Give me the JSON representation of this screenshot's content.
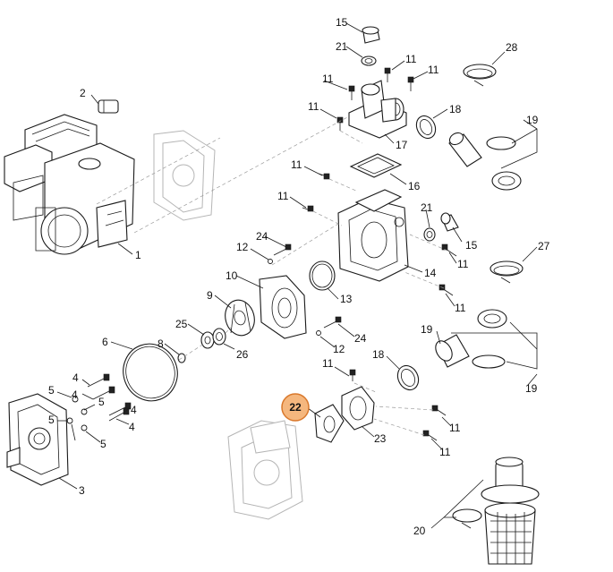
{
  "diagram": {
    "highlighted_part": "22",
    "labels": [
      {
        "id": "l15a",
        "text": "15"
      },
      {
        "id": "l21a",
        "text": "21"
      },
      {
        "id": "l11a",
        "text": "11"
      },
      {
        "id": "l11b",
        "text": "11"
      },
      {
        "id": "l28",
        "text": "28"
      },
      {
        "id": "l11c",
        "text": "11"
      },
      {
        "id": "l11d",
        "text": "11"
      },
      {
        "id": "l18a",
        "text": "18"
      },
      {
        "id": "l19a",
        "text": "19"
      },
      {
        "id": "l17",
        "text": "17"
      },
      {
        "id": "l2",
        "text": "2"
      },
      {
        "id": "l11e",
        "text": "11"
      },
      {
        "id": "l16",
        "text": "16"
      },
      {
        "id": "l11f",
        "text": "11"
      },
      {
        "id": "l21b",
        "text": "21"
      },
      {
        "id": "l15b",
        "text": "15"
      },
      {
        "id": "l24a",
        "text": "24"
      },
      {
        "id": "l12a",
        "text": "12"
      },
      {
        "id": "l27",
        "text": "27"
      },
      {
        "id": "l11g",
        "text": "11"
      },
      {
        "id": "l1",
        "text": "1"
      },
      {
        "id": "l14",
        "text": "14"
      },
      {
        "id": "l10",
        "text": "10"
      },
      {
        "id": "l13",
        "text": "13"
      },
      {
        "id": "l9",
        "text": "9"
      },
      {
        "id": "l11h",
        "text": "11"
      },
      {
        "id": "l25",
        "text": "25"
      },
      {
        "id": "l24b",
        "text": "24"
      },
      {
        "id": "l19b",
        "text": "19"
      },
      {
        "id": "l6",
        "text": "6"
      },
      {
        "id": "l8",
        "text": "8"
      },
      {
        "id": "l12b",
        "text": "12"
      },
      {
        "id": "l26",
        "text": "26"
      },
      {
        "id": "l18b",
        "text": "18"
      },
      {
        "id": "l11i",
        "text": "11"
      },
      {
        "id": "l19c",
        "text": "19"
      },
      {
        "id": "l4a",
        "text": "4"
      },
      {
        "id": "l5a",
        "text": "5"
      },
      {
        "id": "l4b",
        "text": "4"
      },
      {
        "id": "l4c",
        "text": "4"
      },
      {
        "id": "l5b",
        "text": "5"
      },
      {
        "id": "l4d",
        "text": "4"
      },
      {
        "id": "l5c",
        "text": "5"
      },
      {
        "id": "l5d",
        "text": "5"
      },
      {
        "id": "l11j",
        "text": "11"
      },
      {
        "id": "l23",
        "text": "23"
      },
      {
        "id": "l11k",
        "text": "11"
      },
      {
        "id": "l3",
        "text": "3"
      },
      {
        "id": "l20",
        "text": "20"
      }
    ]
  }
}
